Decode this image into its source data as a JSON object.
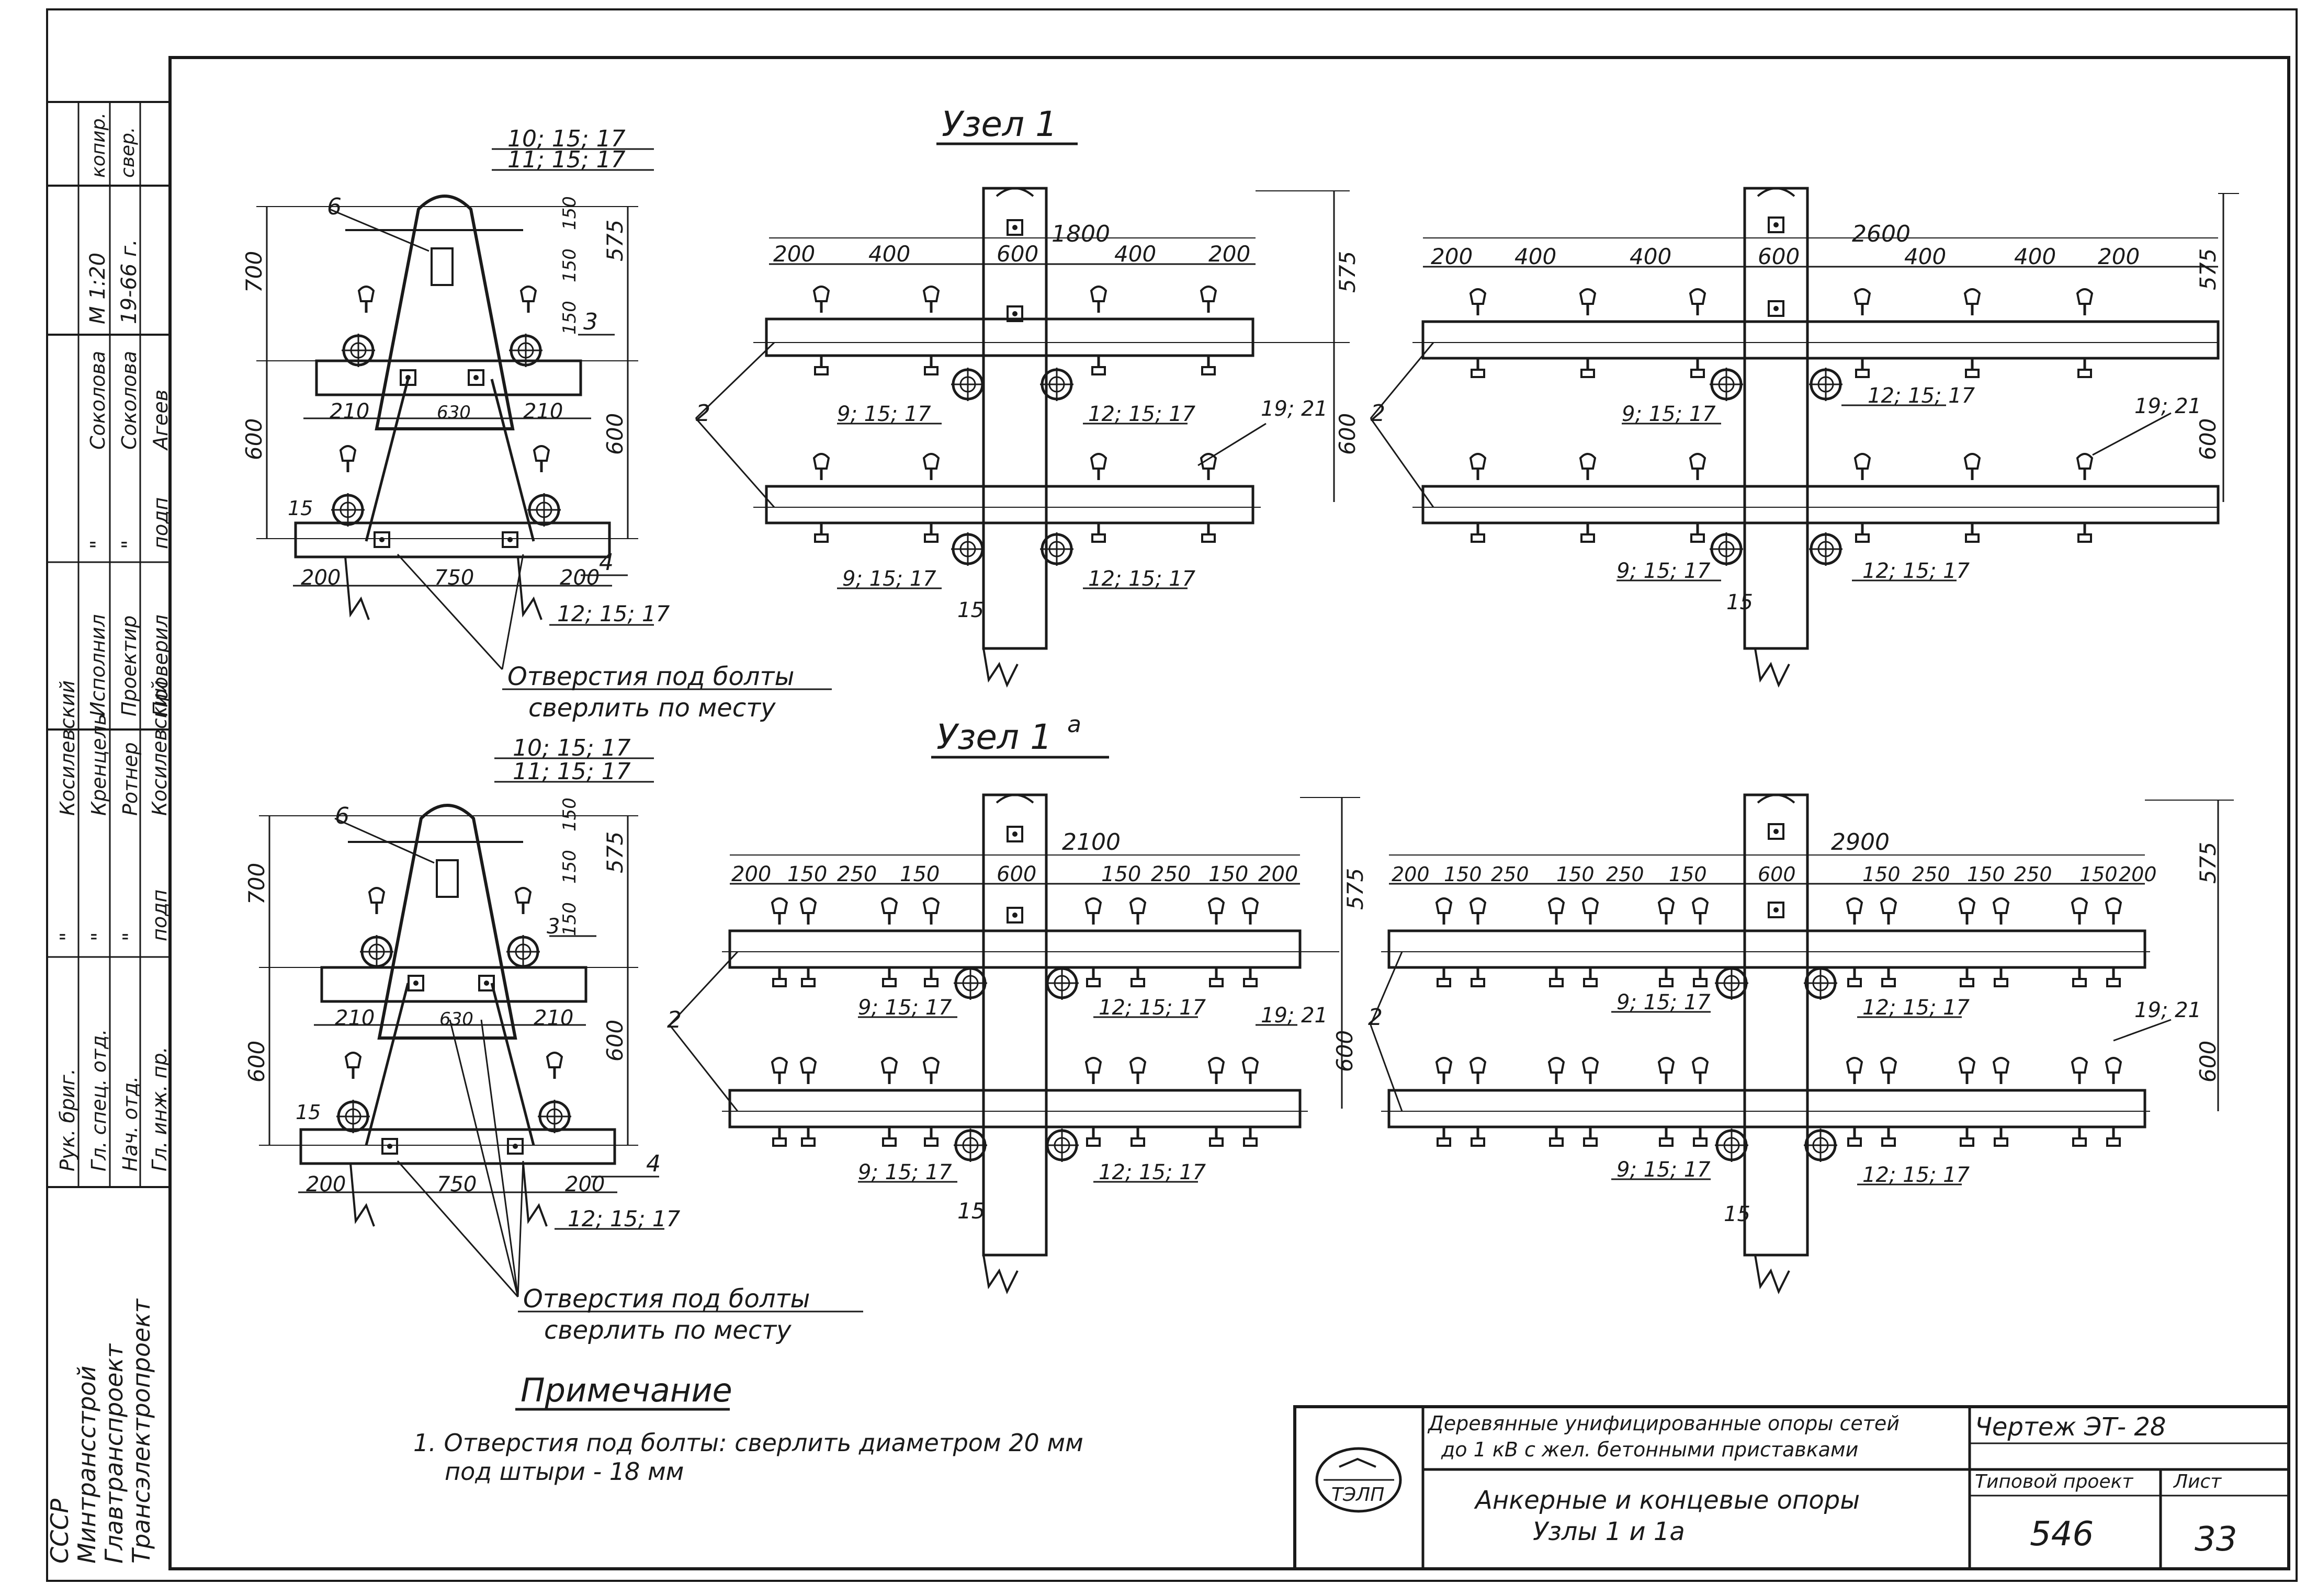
{
  "title_uzel1": "Узел 1",
  "title_uzel1a": "Узел 1",
  "title_uzel1a_sup": "а",
  "note_heading": "Примечание",
  "note_lines": [
    "1. Отверстия под болты: сверлить диаметром 20 мм",
    "под штыри - 18 мм"
  ],
  "holes_note_line1": "Отверстия под болты",
  "holes_note_line2": "сверлить по месту",
  "side_view_labels": {
    "top_ref1": "10; 15; 17",
    "top_ref2": "11; 15; 17",
    "part6": "6",
    "part3": "3",
    "part4": "4",
    "part15": "15",
    "dim700": "700",
    "dim600_left": "600",
    "dim575": "575",
    "dim600_right": "600",
    "dim150a": "150",
    "dim150b": "150",
    "dim150c": "150",
    "dim210_left": "210",
    "dim630": "630",
    "dim210_right": "210",
    "dim200_left": "200",
    "dim750": "750",
    "dim200_right": "200",
    "bottom_ref": "12; 15; 17"
  },
  "uzel1_left": {
    "total": "1800",
    "dims": [
      "200",
      "400",
      "600",
      "400",
      "200"
    ],
    "dim575": "575",
    "dim600": "600",
    "part2": "2",
    "ref_a": "9; 15; 17",
    "ref_b": "12; 15; 17",
    "ref_c": "19; 21",
    "ref_d": "9; 15; 17",
    "ref_e": "12; 15; 17",
    "ref_15": "15"
  },
  "uzel1_right": {
    "total": "2600",
    "dims": [
      "200",
      "400",
      "400",
      "600",
      "400",
      "400",
      "200"
    ],
    "dim575": "575",
    "dim600": "600",
    "part2": "2",
    "ref_a": "9; 15; 17",
    "ref_b": "12; 15; 17",
    "ref_c": "19; 21",
    "ref_d": "9; 15; 17",
    "ref_e": "12; 15; 17",
    "ref_15": "15"
  },
  "uzel1a_left": {
    "total": "2100",
    "dims_left": [
      "200",
      "150",
      "250",
      "150"
    ],
    "dim_center": "600",
    "dims_right": [
      "150",
      "250",
      "150",
      "200"
    ],
    "dim575": "575",
    "dim600": "600",
    "part2": "2",
    "ref_a": "9; 15; 17",
    "ref_b": "12; 15; 17",
    "ref_c": "19; 21",
    "ref_d": "9; 15; 17",
    "ref_e": "12; 15; 17",
    "ref_15": "15"
  },
  "uzel1a_right": {
    "total": "2900",
    "dims_left": [
      "200",
      "150",
      "250",
      "150",
      "250",
      "150"
    ],
    "dim_center": "600",
    "dims_right": [
      "150",
      "250",
      "150",
      "250",
      "150",
      "200"
    ],
    "dim575": "575",
    "dim600": "600",
    "part2": "2",
    "ref_a": "9; 15; 17",
    "ref_b": "12; 15; 17",
    "ref_c": "19; 21",
    "ref_d": "9; 15; 17",
    "ref_e": "12; 15; 17",
    "ref_15": "15"
  },
  "title_block": {
    "series_line1": "Деревянные унифицированные опоры сетей",
    "series_line2": "до 1 кВ с жел. бетонными приставками",
    "drawing_label": "Чертеж ЭТ- 28",
    "typical_project_label": "Типовой проект",
    "sheet_label": "Лист",
    "project_number": "546",
    "sheet_number": "33",
    "drawing_title_line1": "Анкерные и концевые опоры",
    "drawing_title_line2": "Узлы 1 и 1а",
    "logo_text": "ТЭЛП"
  },
  "left_stamp": {
    "org_line1": "СССР",
    "org_line2": "Минтрансстрой",
    "org_line3": "Главтранспроект",
    "org_line4": "Трансэлектропроект",
    "roles": [
      "Гл. инж. пр.",
      "Нач. отд.",
      "Гл. спец. отд.",
      "Рук. бриг."
    ],
    "signature_col": [
      "подп",
      "\"",
      "\"",
      "\""
    ],
    "names": [
      "Косилевский",
      "Ротнер",
      "Кренцель",
      "Косилевский"
    ],
    "roles2": [
      "Проверил",
      "Проектир",
      "Исполнил"
    ],
    "sign2": [
      "подп",
      "\"",
      "\""
    ],
    "names2": [
      "Агеев",
      "Соколова",
      "Соколова"
    ],
    "scale": "М 1:20",
    "date": "19-66 г.",
    "copy_label": "копир.",
    "check_label": "свер."
  }
}
